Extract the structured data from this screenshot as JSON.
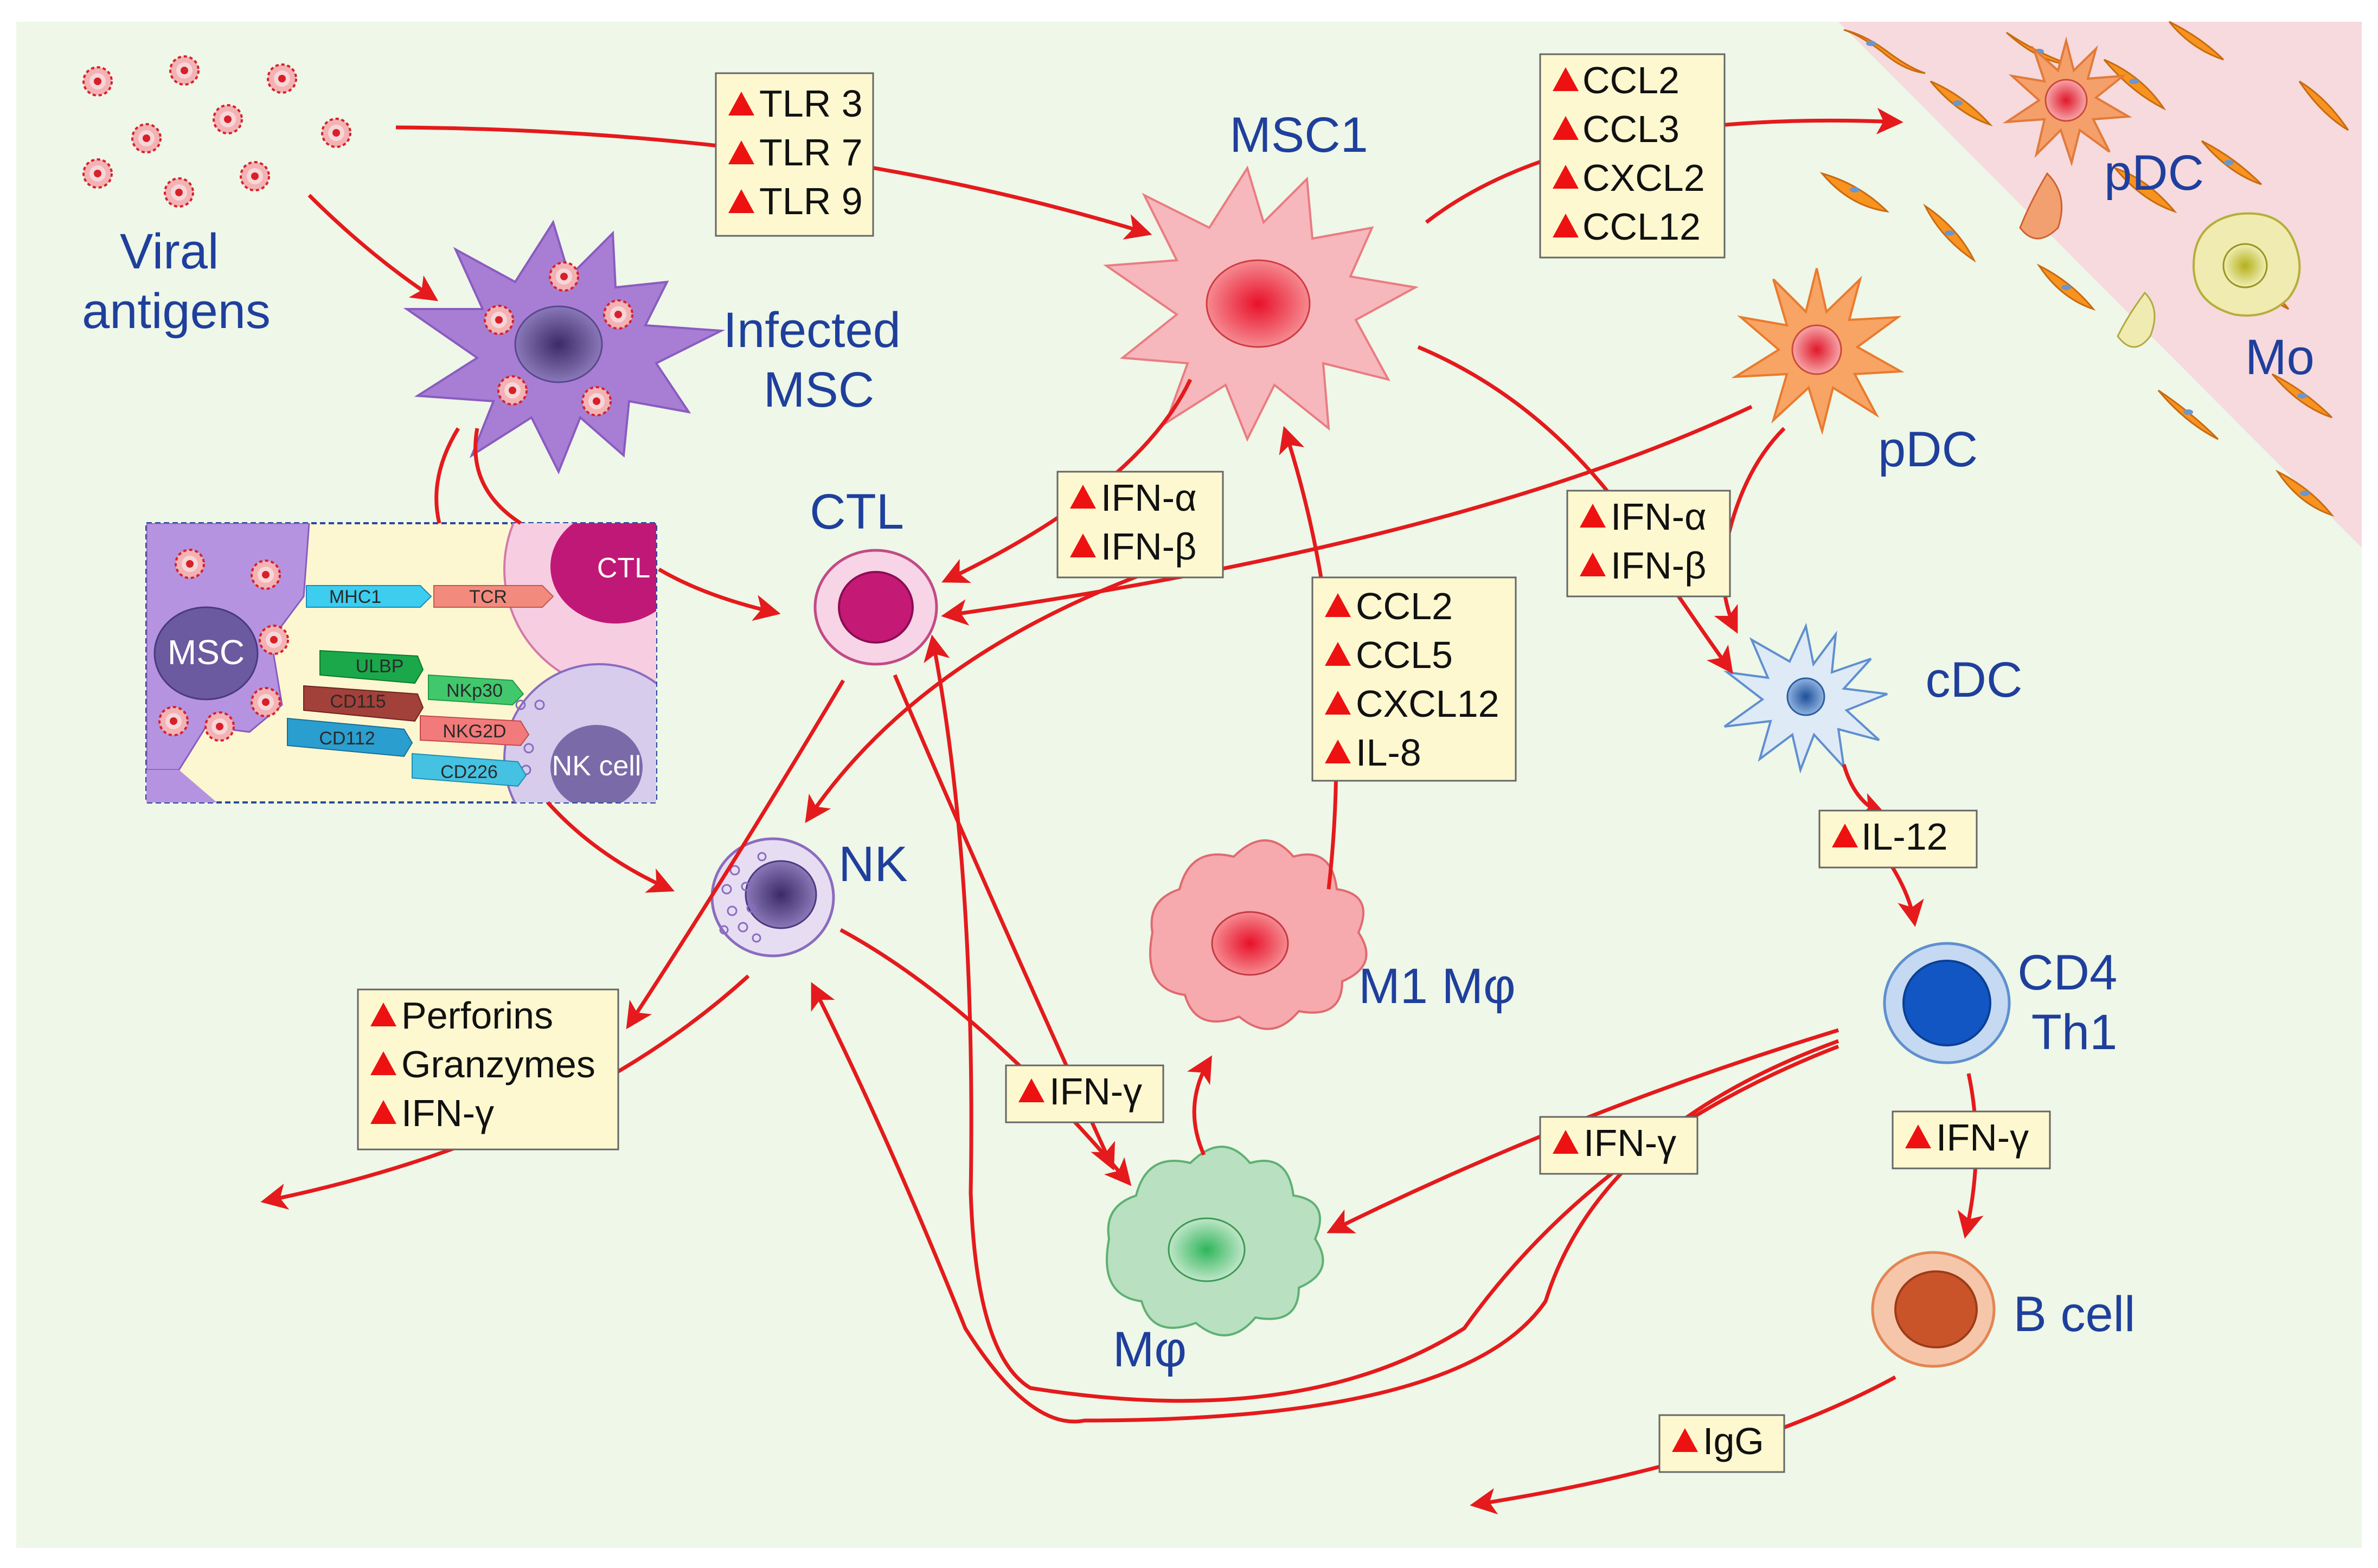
{
  "colors": {
    "background": "#eef7e8",
    "arrow": "#e41a1c",
    "label": "#1f3f9c",
    "box_fill": "#fdf8cf",
    "vessel": "#f6dadd"
  },
  "labels": {
    "viral_antigens": [
      "Viral",
      "antigens"
    ],
    "infected_msc": [
      "Infected",
      "MSC"
    ],
    "msc1": "MSC1",
    "ctl": "CTL",
    "nk": "NK",
    "pdc_vessel": "pDC",
    "mo": "Mo",
    "pdc": "pDC",
    "cdc": "cDC",
    "cd4th1": [
      "CD4",
      "Th1"
    ],
    "m1": "M1 Mφ",
    "mphi": "Mφ",
    "bcell": "B cell"
  },
  "inset": {
    "msc": "MSC",
    "ctl": "CTL",
    "nkcell": "NK cell",
    "mhc1": "MHC1",
    "tcr": "TCR",
    "ulbp": "ULBP",
    "nkp30": "NKp30",
    "cd115": "CD115",
    "nkg2d": "NKG2D",
    "cd112": "CD112",
    "cd226": "CD226"
  },
  "boxes": {
    "tlr": [
      "TLR 3",
      "TLR 7",
      "TLR 9"
    ],
    "ccl_vessel": [
      "CCL2",
      "CCL3",
      "CXCL2",
      "CCL12"
    ],
    "ifn_left": [
      "IFN-α",
      "IFN-β"
    ],
    "ifn_right": [
      "IFN-α",
      "IFN-β"
    ],
    "ccl_mid": [
      "CCL2",
      "CCL5",
      "CXCL12",
      "IL-8"
    ],
    "il12": [
      "IL-12"
    ],
    "perforins": [
      "Perforins",
      "Granzymes",
      "IFN-γ"
    ],
    "ifng_mid": [
      "IFN-γ"
    ],
    "ifng_th1": [
      "IFN-γ"
    ],
    "ifng_b": [
      "IFN-γ"
    ],
    "igg": [
      "IgG"
    ]
  },
  "icons": [
    "virus-icon",
    "msc-cell-icon",
    "dendritic-cell-icon",
    "lymphocyte-icon",
    "macrophage-icon",
    "monocyte-icon",
    "blood-vessel-icon",
    "arrow-icon"
  ]
}
